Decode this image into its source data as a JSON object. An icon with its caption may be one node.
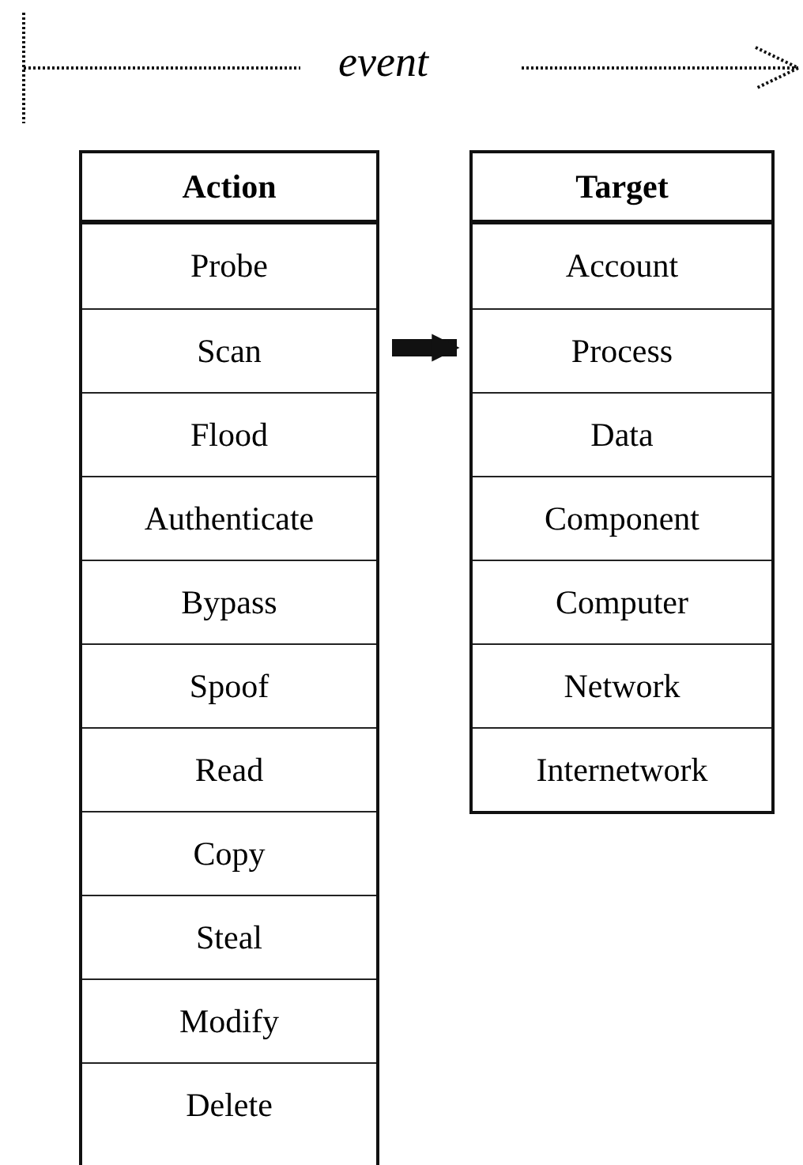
{
  "diagram": {
    "nodes": [
      {
        "text": [
          "Action"
        ]
      },
      {
        "text": [
          "Probe"
        ],
        "in": 0
      },
      {
        "text": [
          "Scan"
        ],
        "in": 0
      },
      {
        "text": [
          "Flood"
        ],
        "in": 0
      },
      {
        "text": [
          "Authenticate"
        ],
        "in": 0
      },
      {
        "text": [
          "Bypass"
        ],
        "in": 0
      },
      {
        "text": [
          "Spoof"
        ],
        "in": 0
      },
      {
        "text": [
          "Read"
        ],
        "in": 0
      },
      {
        "text": [
          "Copy"
        ],
        "in": 0
      },
      {
        "text": [
          "Steal"
        ],
        "in": 0
      },
      {
        "text": [
          "Modify"
        ],
        "in": 0
      },
      {
        "text": [
          "Delete"
        ],
        "in": 0
      },
      {
        "text": [
          "Target"
        ]
      },
      {
        "text": [
          "Account"
        ],
        "in": 12
      },
      {
        "text": [
          "Process"
        ],
        "in": 12
      },
      {
        "text": [
          "Data"
        ],
        "in": 12
      },
      {
        "text": [
          "Component"
        ],
        "in": 12
      },
      {
        "text": [
          "Computer"
        ],
        "in": 12
      },
      {
        "text": [
          "Network"
        ],
        "in": 12
      },
      {
        "text": [
          "Internetwork"
        ],
        "in": 12
      }
    ],
    "edges": [
      {
        "from": 0,
        "to": 12,
        "arrow": "to"
      }
    ],
    "labels": [
      "event"
    ]
  }
}
